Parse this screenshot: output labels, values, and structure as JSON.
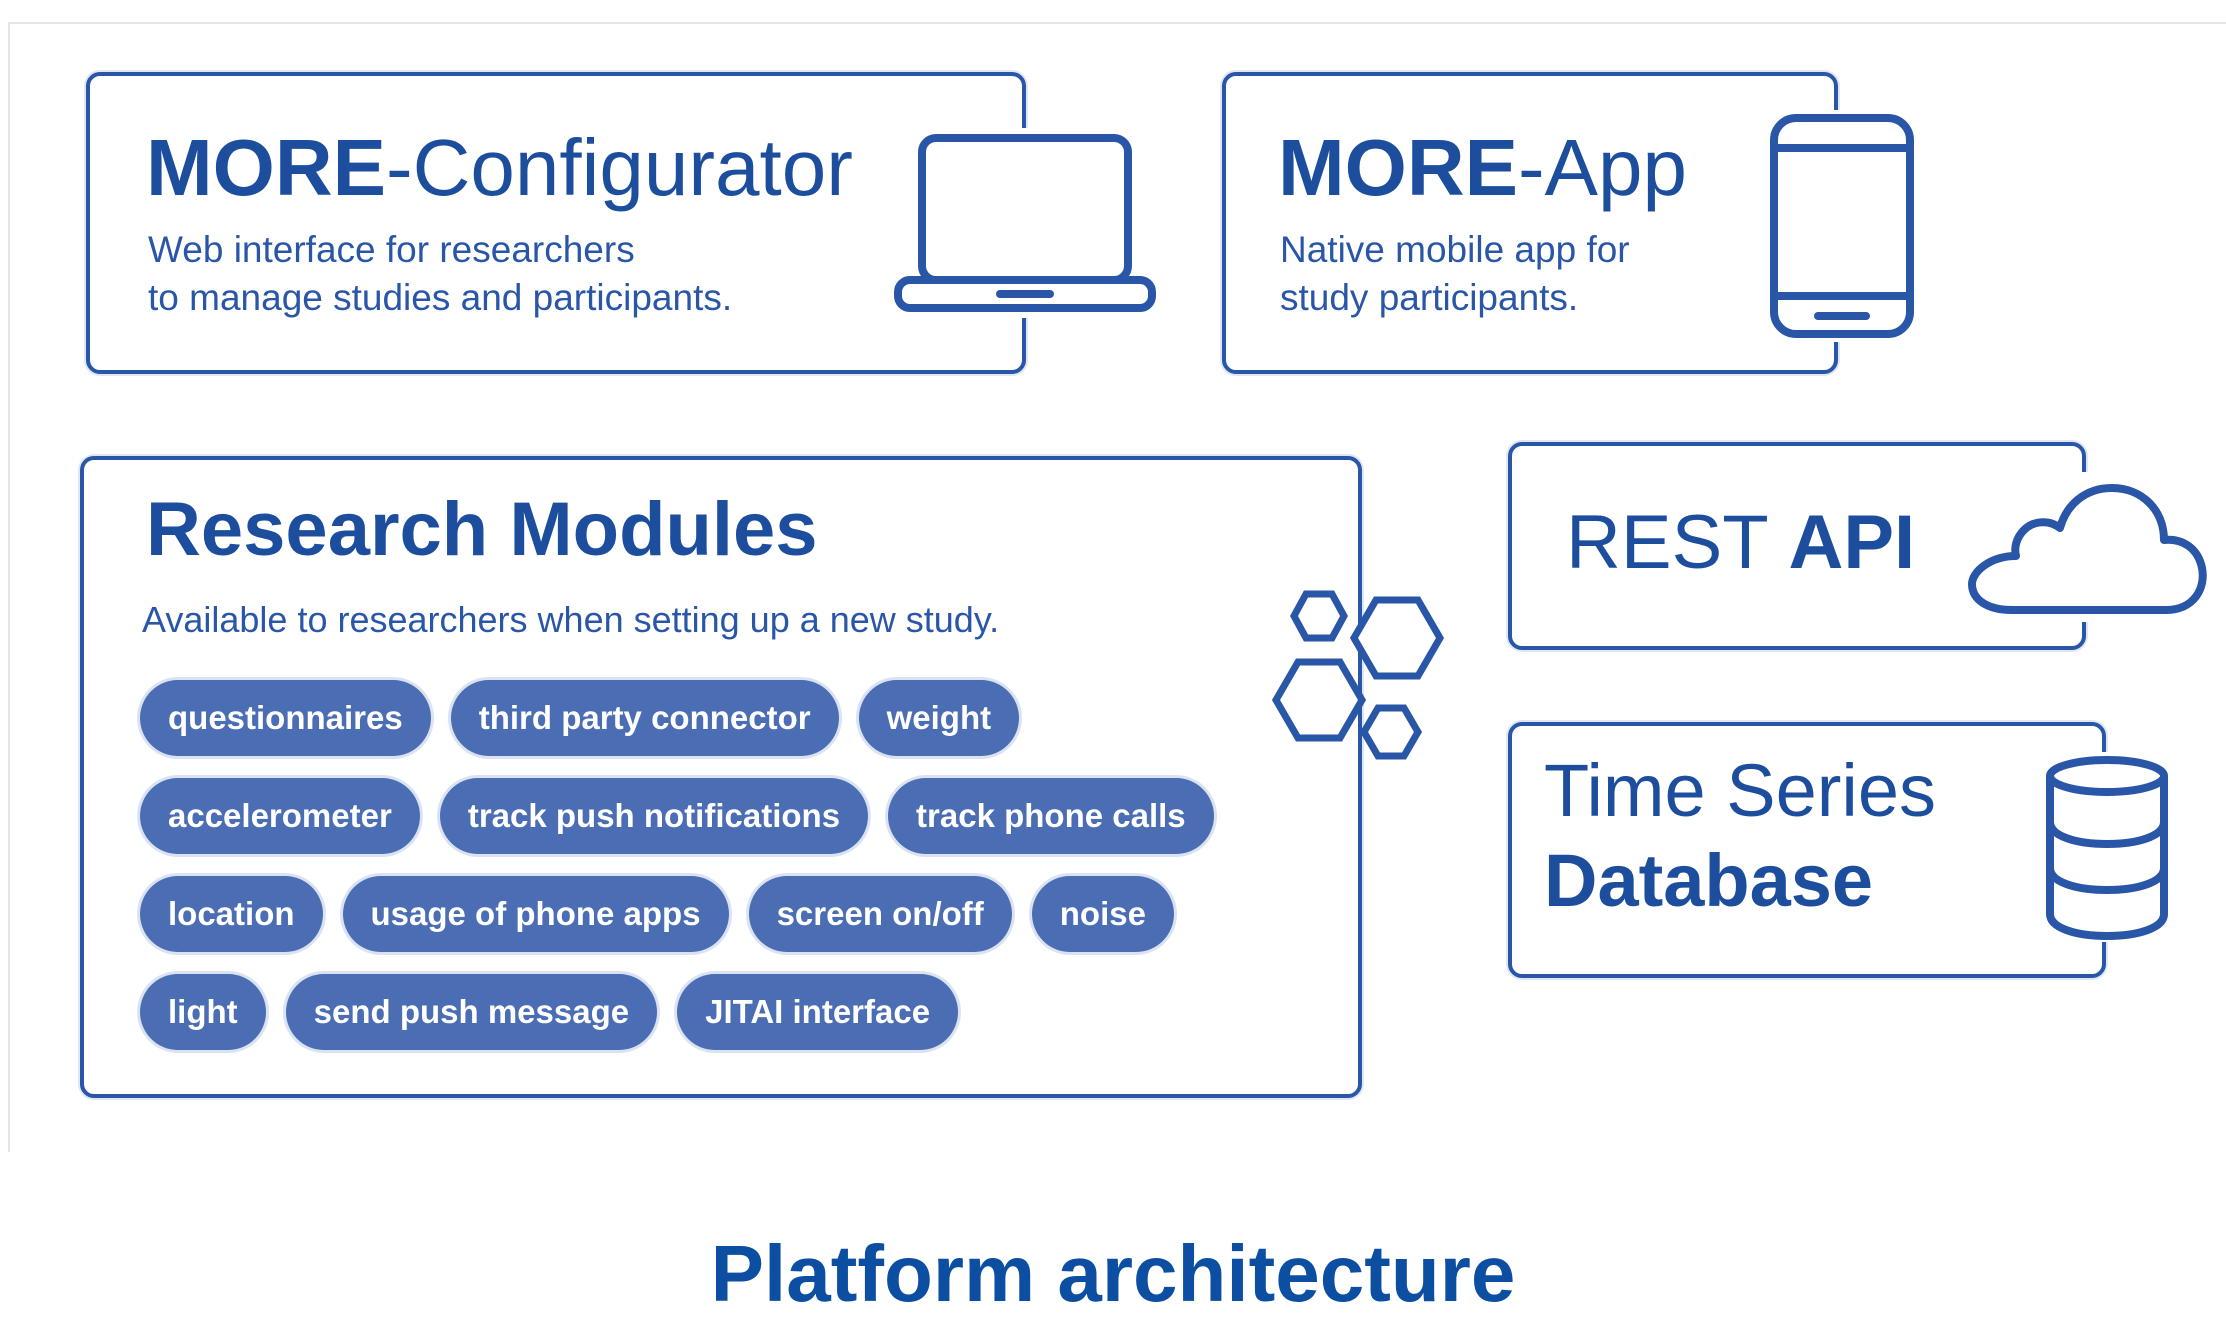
{
  "configurator": {
    "title_bold": "MORE",
    "title_regular": "-Configurator",
    "description": [
      "Web interface for researchers",
      "to manage studies and participants."
    ],
    "icon": "laptop-icon"
  },
  "app": {
    "title_bold": "MORE",
    "title_regular": "-App",
    "description": [
      "Native mobile app for",
      "study participants."
    ],
    "icon": "smartphone-icon"
  },
  "research_modules": {
    "title": "Research Modules",
    "description": "Available to researchers when setting up a new study.",
    "icon": "hexagons-icon",
    "rows": [
      [
        "questionnaires",
        "third party connector",
        "weight"
      ],
      [
        "accelerometer",
        "track push notifications",
        "track phone calls"
      ],
      [
        "location",
        "usage of phone apps",
        "screen on/off",
        "noise"
      ],
      [
        "light",
        "send push message",
        "JITAI interface"
      ]
    ]
  },
  "rest_api": {
    "title_regular": "REST ",
    "title_bold": "API",
    "icon": "cloud-icon"
  },
  "database": {
    "title_line1": "Time Series",
    "title_line2": "Database",
    "icon": "database-icon"
  },
  "caption": "Platform architecture",
  "colors": {
    "primary": "#2a56a8",
    "chip": "#4a6db3",
    "caption": "#0c4ea1"
  }
}
